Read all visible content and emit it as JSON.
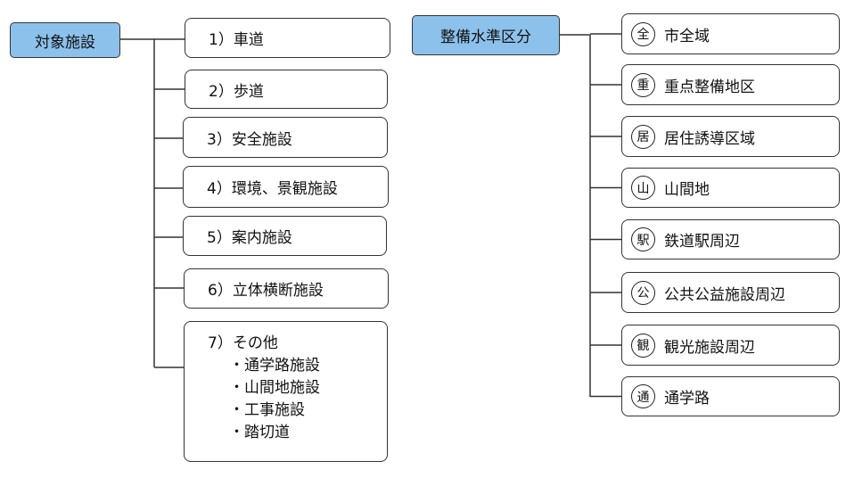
{
  "colors": {
    "root_fill": "#8cc1ec",
    "line": "#333333"
  },
  "left": {
    "root": "対象施設",
    "items": [
      {
        "label": "1）車道"
      },
      {
        "label": "2）歩道"
      },
      {
        "label": "3）安全施設"
      },
      {
        "label": "4）環境、景観施設"
      },
      {
        "label": "5）案内施設"
      },
      {
        "label": "6）立体横断施設"
      },
      {
        "label": "7）その他",
        "subitems": [
          "・通学路施設",
          "・山間地施設",
          "・工事施設",
          "・踏切道"
        ]
      }
    ]
  },
  "right": {
    "root": "整備水準区分",
    "items": [
      {
        "mark": "全",
        "label": "市全域"
      },
      {
        "mark": "重",
        "label": "重点整備地区"
      },
      {
        "mark": "居",
        "label": "居住誘導区域"
      },
      {
        "mark": "山",
        "label": "山間地"
      },
      {
        "mark": "駅",
        "label": "鉄道駅周辺"
      },
      {
        "mark": "公",
        "label": "公共公益施設周辺"
      },
      {
        "mark": "観",
        "label": "観光施設周辺"
      },
      {
        "mark": "通",
        "label": "通学路"
      }
    ]
  }
}
